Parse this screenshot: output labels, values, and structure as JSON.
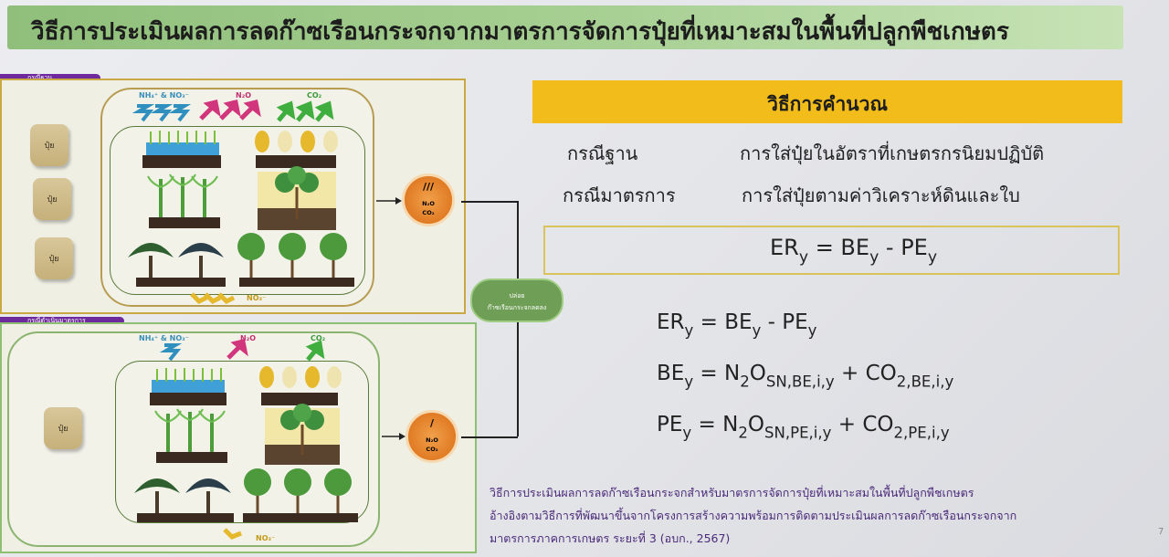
{
  "title": "วิธีการประเมินผลการลดก๊าซเรือนกระจกจากมาตรการจัดการปุ๋ยที่เหมาะสมในพื้นที่ปลูกพืชเกษตร",
  "top_panel": {
    "tag": "กรณีฐาน",
    "bags": [
      "ปุ๋ย",
      "ปุ๋ย",
      "ปุ๋ย"
    ],
    "gas_nh": "NH₄⁺ & NO₃⁻",
    "gas_n2o": "N₂O",
    "gas_co2": "CO₂",
    "leach": "NO₃⁻",
    "circle_symbol": "///",
    "circle_n2o": "N₂O",
    "circle_co2": "CO₂"
  },
  "bottom_panel": {
    "tag": "กรณีดำเนินมาตรการ",
    "bags": [
      "ปุ๋ย"
    ],
    "gas_nh": "NH₄⁺ & NO₃⁻",
    "gas_n2o": "N₂O",
    "gas_co2": "CO₂",
    "leach": "NO₃⁻",
    "circle_symbol": "/",
    "circle_n2o": "N₂O",
    "circle_co2": "CO₂"
  },
  "release": {
    "line1": "ปล่อย",
    "line2": "ก๊าซเรือนกระจกลดลง"
  },
  "method": {
    "header": "วิธีการคำนวณ",
    "base_label": "กรณีฐาน",
    "base_desc": "การใส่ปุ๋ยในอัตราที่เกษตรกรนิยมปฏิบัติ",
    "project_label": "กรณีมาตรการ",
    "project_desc": "การใส่ปุ๋ยตามค่าวิเคราะห์ดินและใบ"
  },
  "footnote": {
    "line1": "วิธีการประเมินผลการลดก๊าซเรือนกระจกสำหรับมาตรการจัดการปุ๋ยที่เหมาะสมในพื้นที่ปลูกพืชเกษตร",
    "line2": "อ้างอิงตามวิธีการที่พัฒนาขึ้นจากโครงการสร้างความพร้อมการติดตามประเมินผลการลดก๊าซเรือนกระจกจาก",
    "line3": "มาตรการภาคการเกษตร ระยะที่ 3 (อบก., 2567)"
  },
  "page_number": "7",
  "colors": {
    "title_green": "#a8d094",
    "method_yellow": "#f2bc1b",
    "release_green": "#6f9f56",
    "tag_purple": "#6e2a9c",
    "circle_orange": "#e07b24"
  }
}
